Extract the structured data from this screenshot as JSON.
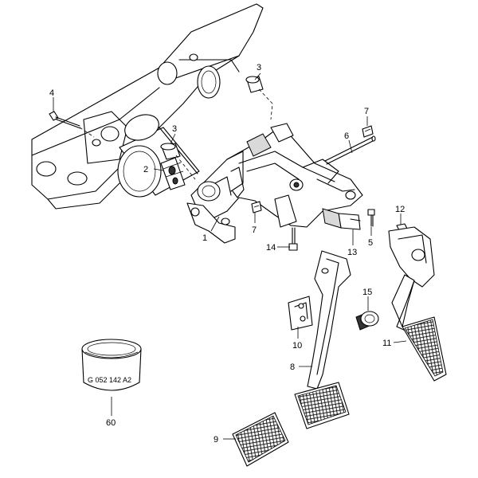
{
  "callouts": {
    "c1": "1",
    "c2": "2",
    "c3a": "3",
    "c3b": "3",
    "c4": "4",
    "c5": "5",
    "c6": "6",
    "c7a": "7",
    "c7b": "7",
    "c8": "8",
    "c9": "9",
    "c10": "10",
    "c11": "11",
    "c12": "12",
    "c13": "13",
    "c14": "14",
    "c15": "15",
    "c60": "60"
  },
  "sleeve_marking": "G 052 142 A2"
}
